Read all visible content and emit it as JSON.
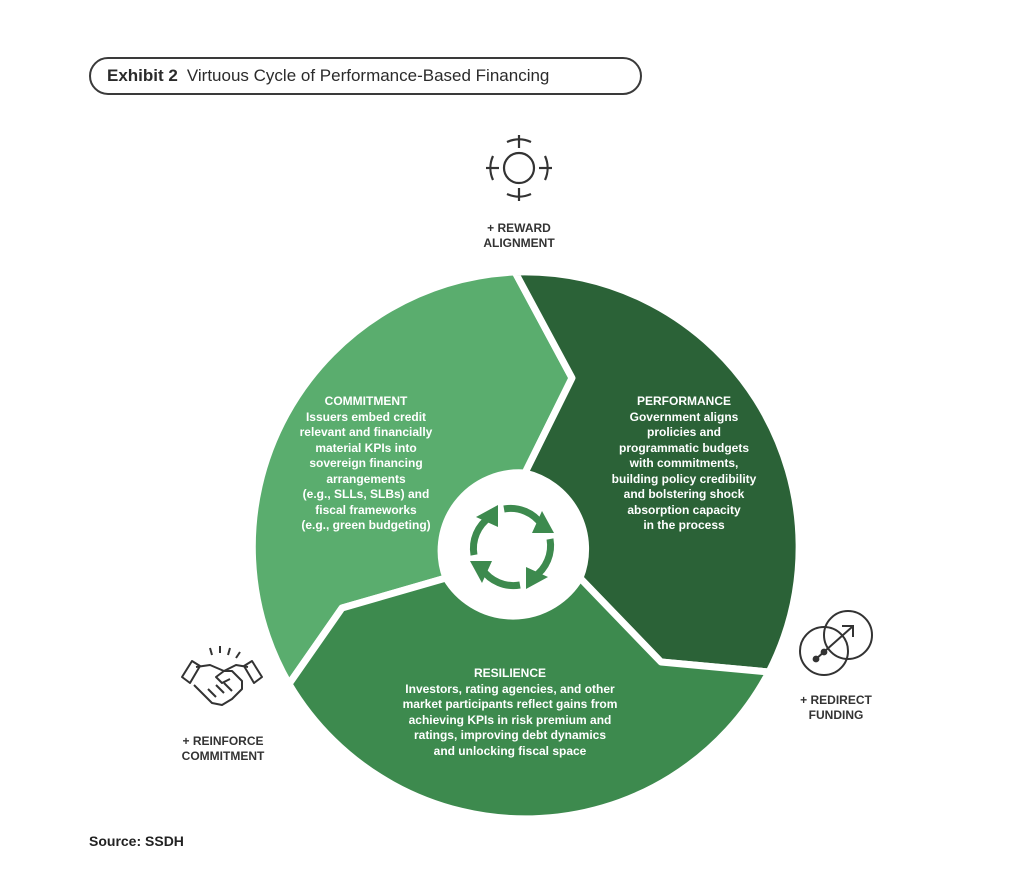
{
  "header": {
    "label": "Exhibit 2",
    "title": "Virtuous Cycle of Performance-Based Financing"
  },
  "segments": {
    "commitment": {
      "title": "COMMITMENT",
      "text": "Issuers embed credit\nrelevant and financially\nmaterial KPIs into\nsovereign financing\narrangements\n(e.g., SLLs, SLBs) and\nfiscal frameworks\n(e.g., green budgeting)",
      "color": "#5aad6e"
    },
    "performance": {
      "title": "PERFORMANCE",
      "text": "Government aligns\nprolicies and\nprogrammatic budgets\nwith commitments,\nbuilding policy credibility\nand bolstering shock\nabsorption capacity\nin the process",
      "color": "#2b6237"
    },
    "resilience": {
      "title": "RESILIENCE",
      "text": "Investors, rating agencies, and other\nmarket participants reflect gains from\nachieving KPIs in risk premium and\nratings, improving debt dynamics\nand unlocking fiscal space",
      "color": "#3d8a4e"
    }
  },
  "outer_labels": {
    "reward": {
      "line1": "+ REWARD",
      "line2": "ALIGNMENT",
      "icon": "target-icon"
    },
    "redirect": {
      "line1": "+ REDIRECT",
      "line2": "FUNDING",
      "icon": "redirect-funding-icon"
    },
    "reinforce": {
      "line1": "+ REINFORCE",
      "line2": "COMMITMENT",
      "icon": "handshake-icon"
    }
  },
  "center_icon": "cycle-arrows-icon",
  "source": "Source: SSDH"
}
